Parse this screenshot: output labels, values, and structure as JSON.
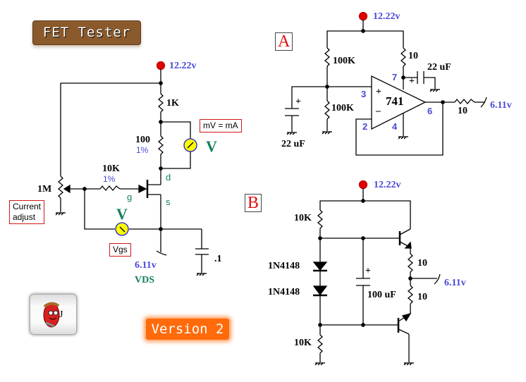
{
  "title": "FET Tester",
  "version": "Version 2",
  "supply_voltage": "12.22v",
  "output_voltage": "6.11v",
  "main_circuit": {
    "r_top": "1K",
    "r_sense": "100",
    "r_sense_tol": "1%",
    "r_gate": "10K",
    "r_gate_tol": "1%",
    "pot": "1M",
    "pot_note": [
      "Current",
      "adjust"
    ],
    "meter_label": "V",
    "meter_note": "mV = mA",
    "vgs_meter_label": "V",
    "vgs_note": "Vgs",
    "drain": "d",
    "gate": "g",
    "source": "s",
    "source_voltage": "6.11v",
    "vds_label": "VDS",
    "cap": ".1"
  },
  "section_a": {
    "label": "A",
    "r1": "100K",
    "r2": "100K",
    "r_supply": "10",
    "c_supply": "22 uF",
    "c_input": "22 uF",
    "opamp": "741",
    "pins": {
      "plus": "3",
      "minus": "2",
      "vplus": "7",
      "vminus": "4",
      "out": "6"
    },
    "plus_sign": "+",
    "minus_sign": "–",
    "r_out": "10",
    "supply": "12.22v",
    "output": "6.11v"
  },
  "section_b": {
    "label": "B",
    "r_top": "10K",
    "r_bottom": "10K",
    "d1": "1N4148",
    "d2": "1N4148",
    "cap": "100 uF",
    "r_e1": "10",
    "r_e2": "10",
    "supply": "12.22v",
    "output": "6.11v"
  },
  "cap_plus": "+"
}
